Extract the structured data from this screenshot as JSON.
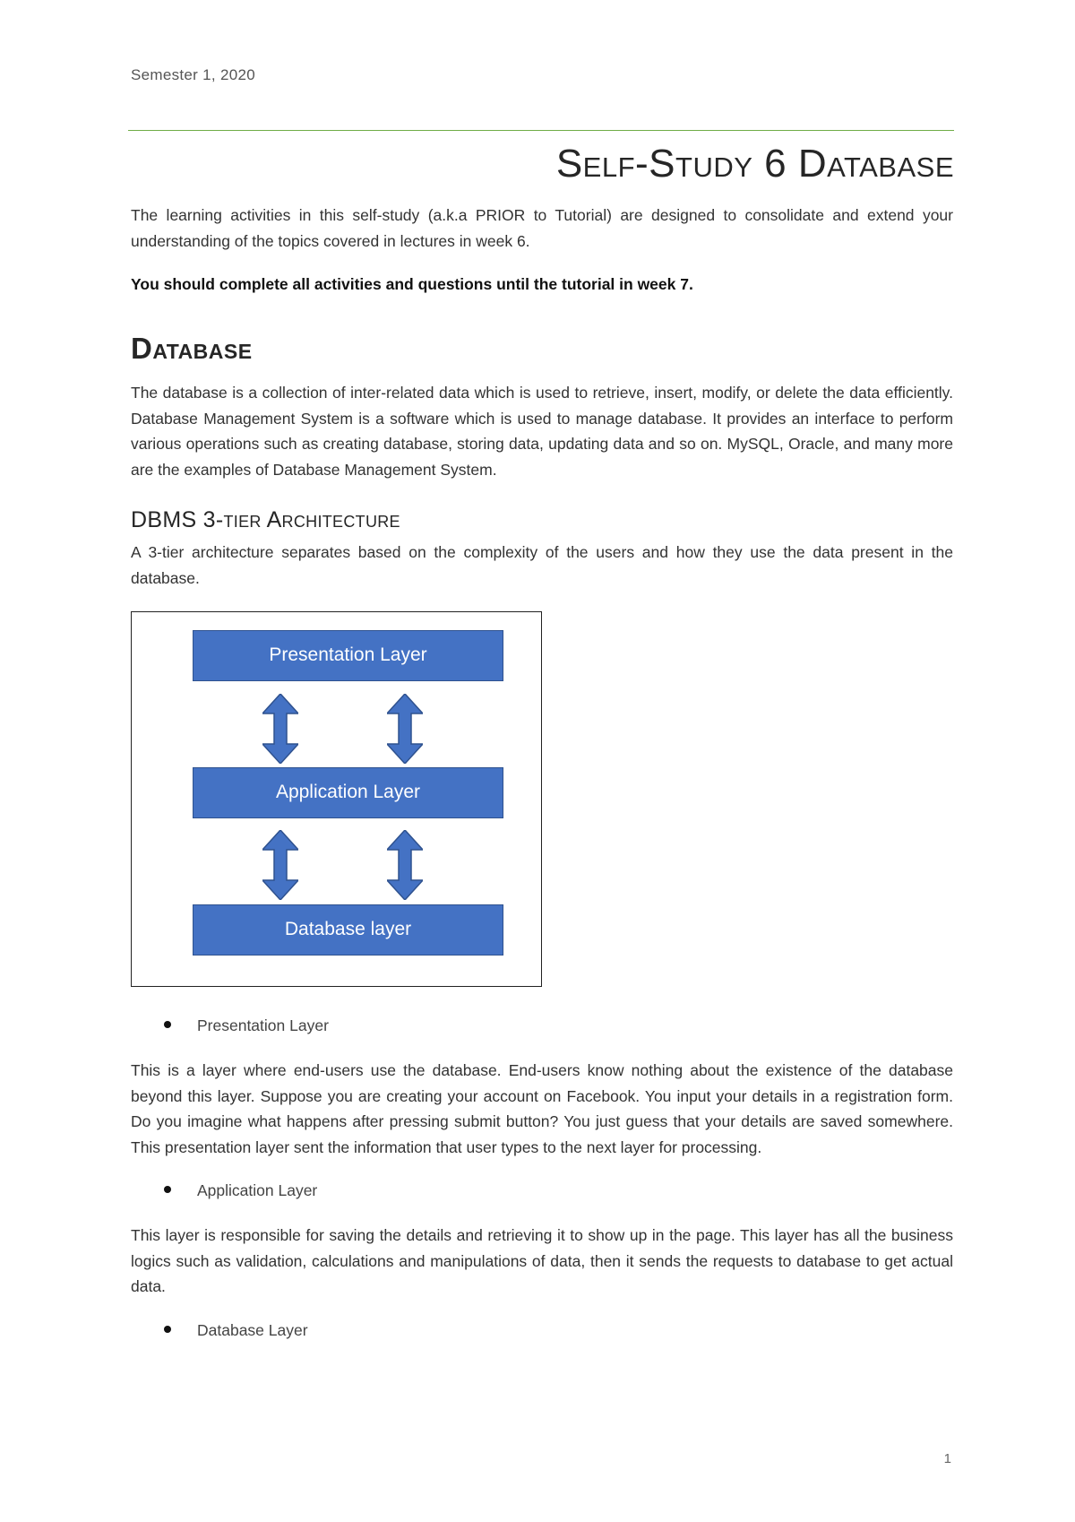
{
  "header": {
    "text": "Semester 1, 2020"
  },
  "title": "Self-Study 6 Database",
  "intro": {
    "paragraph": "The learning activities in this self-study (a.k.a PRIOR to Tutorial) are designed to consolidate and extend your understanding of the topics covered in lectures in week 6.",
    "bold_note": "You should complete all activities and questions until the tutorial in week 7."
  },
  "section_database": {
    "heading": "Database",
    "paragraph": "The database is a collection of inter-related data which is used to retrieve, insert, modify, or delete the data efficiently. Database Management System is a software which is used to manage database. It provides an interface to perform various operations such as creating database, storing data, updating data and so on. MySQL, Oracle, and many more are the examples of Database Management System."
  },
  "section_architecture": {
    "heading": "DBMS 3-tier Architecture",
    "paragraph": "A 3-tier architecture separates based on the complexity of the users and how they use the data present in the database."
  },
  "diagram": {
    "layers": [
      "Presentation Layer",
      "Application Layer",
      "Database layer"
    ],
    "colors": {
      "box_fill": "#4472c4",
      "box_border": "#2f528f",
      "arrow_fill": "#4472c4",
      "text": "#ffffff"
    }
  },
  "layers_description": [
    {
      "bullet": "Presentation Layer",
      "text": "This is a layer where end-users use the database. End-users know nothing about the existence of the database beyond this layer. Suppose you are creating your account on Facebook. You input your details in a registration form. Do you imagine what happens after pressing submit button? You just guess that your details are saved somewhere. This presentation layer sent the information that user types to the next layer for processing."
    },
    {
      "bullet": "Application Layer",
      "text": "This layer is responsible for saving the details and retrieving it to show up in the page. This layer has all the business logics such as validation, calculations and manipulations of data, then it sends the requests to database to get actual data."
    },
    {
      "bullet": "Database Layer",
      "text": ""
    }
  ],
  "footer": {
    "page_number": "1"
  }
}
